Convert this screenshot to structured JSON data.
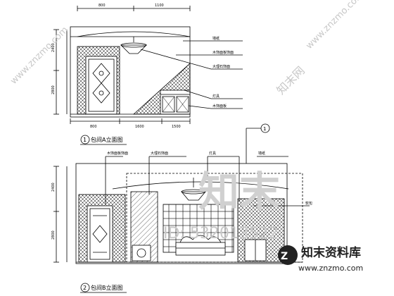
{
  "drawings": [
    {
      "number": "1",
      "title": "包间A立面图",
      "top_dims": [
        "800",
        "1100"
      ],
      "bottom_dims": [
        "800",
        "1600",
        "1500"
      ],
      "left_dims": [
        "2400",
        "2800"
      ],
      "notes": [
        "墙纸",
        "木饰面板饰面",
        "大理石饰面",
        "灯具",
        "木饰面板"
      ]
    },
    {
      "number": "2",
      "title": "包间B立面图",
      "callout": "1",
      "left_dims": [
        "2400",
        "2800"
      ],
      "notes": [
        "木饰面板饰面",
        "大理石饰面",
        "灯具",
        "墙纸",
        "软包"
      ]
    }
  ],
  "watermarks": {
    "big_brand": "知末",
    "id_text": "ID: 532013522",
    "site_name": "知末资料库",
    "site_url": "www.znzmo.com",
    "diag_left": "www.znzmo.com",
    "diag_right": "www.znzmo.com",
    "stamp": "知末网"
  },
  "colors": {
    "line": "#000000",
    "watermark": "#c8c8c8",
    "brand_logo": "#222222"
  }
}
